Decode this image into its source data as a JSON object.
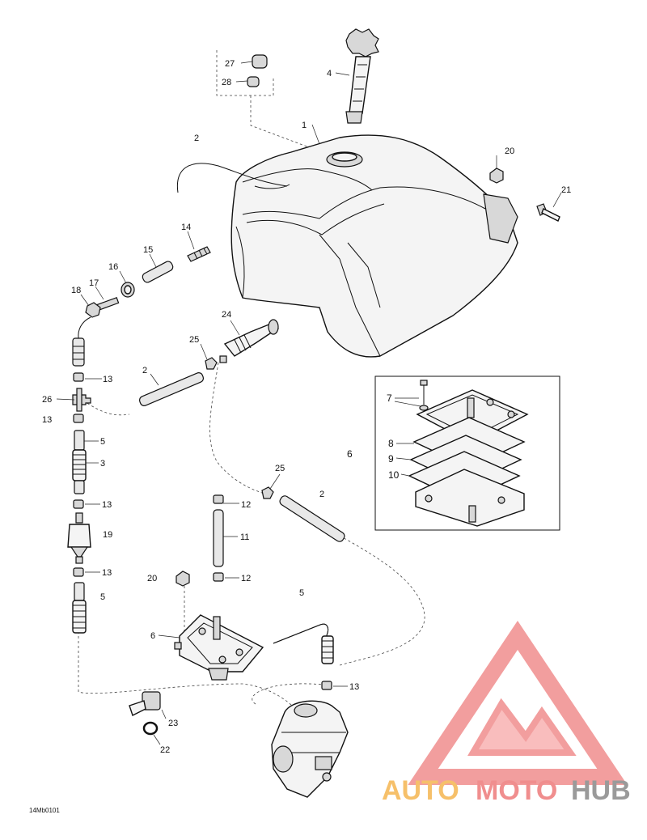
{
  "diagram": {
    "reference_code": "14Mb0101",
    "callouts": {
      "tank": "1",
      "vent_hose_top": "2",
      "hose_left_mid": "2",
      "hose_right_mid": "2",
      "screen_filter_left": "3",
      "cap_gauge": "4",
      "spring_upper": "5",
      "spring_lower": "5",
      "line_lower_mid": "5",
      "pump_box": "6",
      "pump_lower": "6",
      "screw_7": "7",
      "gasket_8": "8",
      "diaphragm_9": "9",
      "plate_10": "10",
      "hose_11": "11",
      "clamp_12_top": "12",
      "clamp_12_bottom": "12",
      "clamp_13_a": "13",
      "clamp_13_b": "13",
      "clamp_13_c": "13",
      "clamp_13_d": "13",
      "clamp_13_e": "13",
      "fitting_14": "14",
      "hose_15": "15",
      "grommet_16": "16",
      "fitting_17": "17",
      "nut_18": "18",
      "filter_19": "19",
      "nut_20_top": "20",
      "nut_20_bottom": "20",
      "bolt_21": "21",
      "ring_22": "22",
      "primer_23": "23",
      "valve_24": "24",
      "clip_25_top": "25",
      "clip_25_mid": "25",
      "tee_26": "26",
      "cap_27": "27",
      "cap_28": "28"
    }
  },
  "watermark": {
    "brand_auto": "AUTO",
    "brand_moto": "MOTO",
    "brand_hub": "HUB",
    "colors": {
      "primary": "#f08e8e",
      "secondary": "#9a9a9a",
      "accent": "#f6c06a"
    }
  }
}
